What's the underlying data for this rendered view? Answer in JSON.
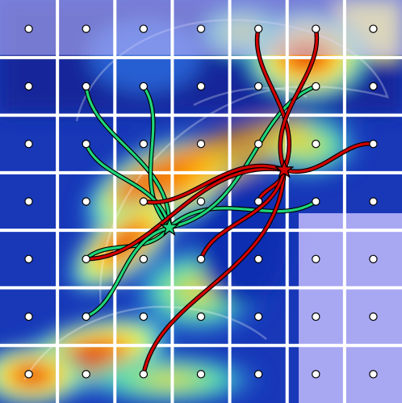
{
  "figure": {
    "grid": {
      "rows": 7,
      "cols": 7
    },
    "layers": {
      "heatmap": "jet",
      "background_image": "dolphin-silhouette",
      "overlay": "lavender-tint",
      "paths": "curved-trajectories"
    },
    "colors": {
      "grid_line": "#ffffff",
      "green_path": "#1fd67a",
      "red_path": "#d40000",
      "path_outline": "#000000",
      "dot_fill": "#ffffff",
      "dot_stroke": "#000000",
      "overlay_tint": "#c8c0ff"
    },
    "markers": {
      "green_star": {
        "row": 3.45,
        "col": 2.45,
        "color": "#1fd67a"
      },
      "red_star": {
        "row": 2.45,
        "col": 4.45,
        "color": "#d40000"
      }
    },
    "green_targets": [
      {
        "row": 1,
        "col": 1
      },
      {
        "row": 1,
        "col": 2
      },
      {
        "row": 2,
        "col": 1
      },
      {
        "row": 4,
        "col": 1
      },
      {
        "row": 5,
        "col": 1
      },
      {
        "row": 3,
        "col": 5
      },
      {
        "row": 1,
        "col": 5
      }
    ],
    "red_targets": [
      {
        "row": 0,
        "col": 4
      },
      {
        "row": 0,
        "col": 5
      },
      {
        "row": 2,
        "col": 6
      },
      {
        "row": 3,
        "col": 4
      },
      {
        "row": 4,
        "col": 1
      },
      {
        "row": 6,
        "col": 2
      },
      {
        "row": 3,
        "col": 2
      },
      {
        "row": 4,
        "col": 3
      }
    ],
    "overlay_region": [
      {
        "row": 0,
        "col": 0,
        "span_cols": 7
      },
      {
        "row": 3.5,
        "col": 5
      }
    ]
  }
}
